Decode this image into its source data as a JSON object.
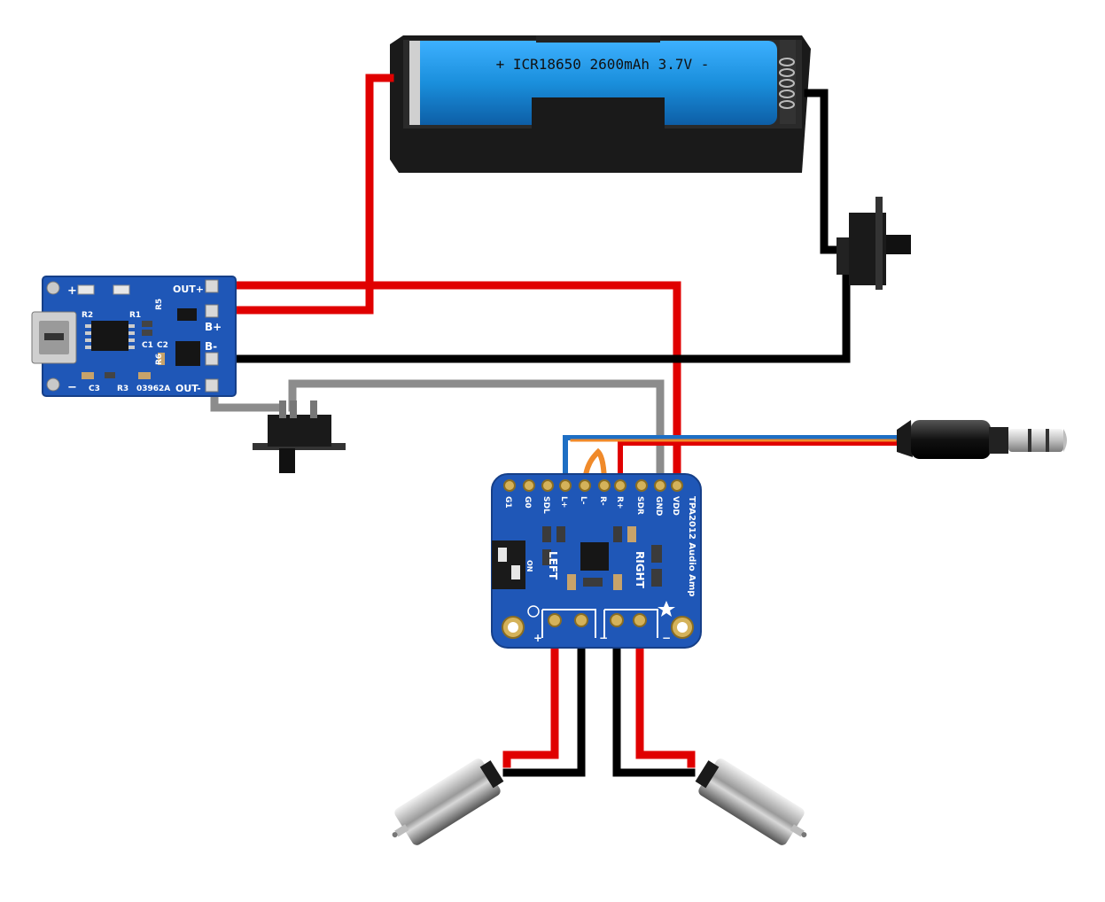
{
  "colors": {
    "wire_red": "#e00000",
    "wire_black": "#000000",
    "wire_gray": "#8c8c8c",
    "wire_blue": "#1e6fc4",
    "wire_orange": "#f08a2a",
    "battery_blue": "#1a8fdc",
    "pcb_blue": "#1f57b7"
  },
  "battery": {
    "label": "+ ICR18650 2600mAh 3.7V -"
  },
  "charger": {
    "labels": {
      "out_plus": "OUT+",
      "out_minus": "OUT-",
      "b_plus": "B+",
      "b_minus": "B-",
      "plus": "+",
      "minus": "−",
      "r1": "R1",
      "r2": "R2",
      "r3": "R3",
      "r5": "R5",
      "r6": "R6",
      "c1": "C1",
      "c2": "C2",
      "c3": "C3",
      "part": "03962A"
    }
  },
  "amp": {
    "title": "TPA2012 Audio Amp",
    "pins": [
      "G1",
      "G0",
      "SDL",
      "L+",
      "L-",
      "R-",
      "R+",
      "SDR",
      "GND",
      "VDD"
    ],
    "left_label": "LEFT",
    "right_label": "RIGHT",
    "plus": "+",
    "minus": "−",
    "dip_on": "ON"
  }
}
